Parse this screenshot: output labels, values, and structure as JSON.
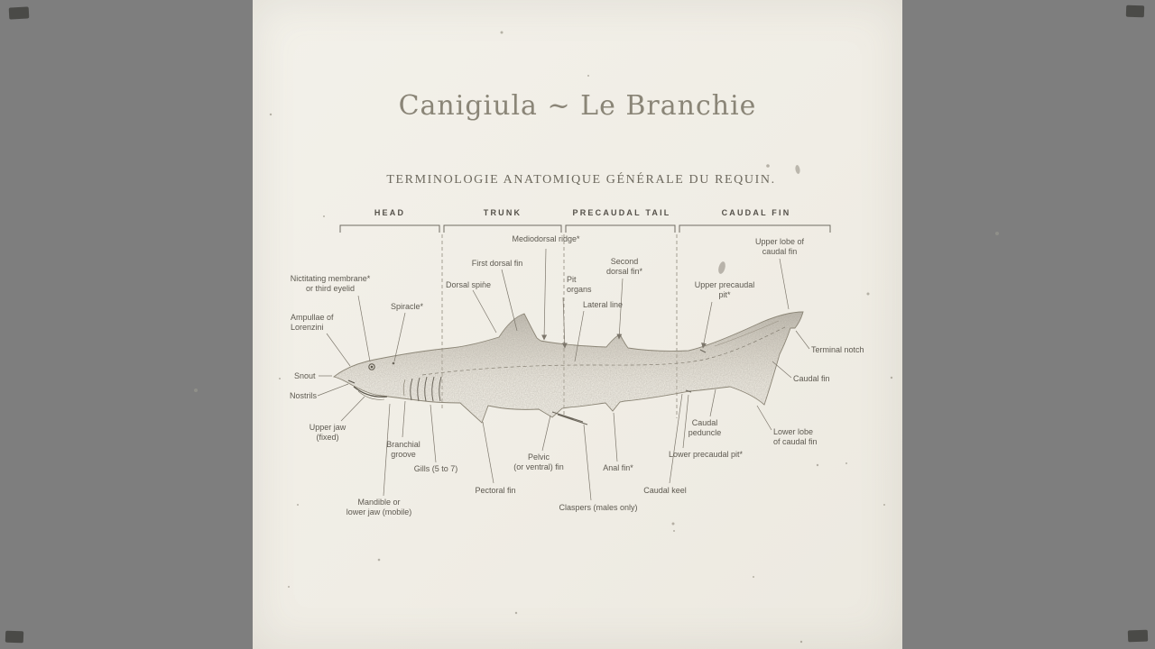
{
  "page": {
    "title": "Canigiula ~ Le Branchie",
    "subtitle": "TERMINOLOGIE ANATOMIQUE GÉNÉRALE DU REQUIN.",
    "sections": [
      {
        "label": "HEAD"
      },
      {
        "label": "TRUNK"
      },
      {
        "label": "PRECAUDAL TAIL"
      },
      {
        "label": "CAUDAL FIN"
      }
    ],
    "labels": [
      {
        "id": "mediodorsal-ridge",
        "text": "Mediodorsal ridge*"
      },
      {
        "id": "first-dorsal-fin",
        "text": "First dorsal fin"
      },
      {
        "id": "second-dorsal-fin",
        "text": "Second\ndorsal fin*"
      },
      {
        "id": "upper-lobe-of-caudal-fin",
        "text": "Upper lobe of\ncaudal fin"
      },
      {
        "id": "nictitating-membrane",
        "text": "Nictitating membrane*\nor third eyelid"
      },
      {
        "id": "dorsal-spine",
        "text": "Dorsal spine"
      },
      {
        "id": "pit-organs",
        "text": "Pit\norgans"
      },
      {
        "id": "lateral-line",
        "text": "Lateral line"
      },
      {
        "id": "upper-precaudal-pit",
        "text": "Upper precaudal\npit*"
      },
      {
        "id": "spiracle",
        "text": "Spiracle*"
      },
      {
        "id": "ampullae-of-lorenzini",
        "text": "Ampullae of\nLorenzini"
      },
      {
        "id": "terminal-notch",
        "text": "Terminal notch"
      },
      {
        "id": "snout",
        "text": "Snout"
      },
      {
        "id": "caudal-fin",
        "text": "Caudal fin"
      },
      {
        "id": "nostrils",
        "text": "Nostrils"
      },
      {
        "id": "upper-jaw",
        "text": "Upper jaw\n(fixed)"
      },
      {
        "id": "branchial-groove",
        "text": "Branchial\ngroove"
      },
      {
        "id": "gills",
        "text": "Gills (5 to 7)"
      },
      {
        "id": "pelvic-fin",
        "text": "Pelvic\n(or ventral) fin"
      },
      {
        "id": "anal-fin",
        "text": "Anal fin*"
      },
      {
        "id": "caudal-peduncle",
        "text": "Caudal\npeduncle"
      },
      {
        "id": "lower-lobe-of-caudal-fin",
        "text": "Lower lobe\nof caudal fin"
      },
      {
        "id": "lower-precaudal-pit",
        "text": "Lower precaudal pit*"
      },
      {
        "id": "mandible",
        "text": "Mandible or\nlower jaw (mobile)"
      },
      {
        "id": "pectoral-fin",
        "text": "Pectoral fin"
      },
      {
        "id": "claspers",
        "text": "Claspers (males only)"
      },
      {
        "id": "caudal-keel",
        "text": "Caudal keel"
      }
    ]
  },
  "colors": {
    "paper": "#f1efe8",
    "background_bars": "#7e7e7e",
    "ink": "#5d5950",
    "title_ink": "#8a8577"
  }
}
